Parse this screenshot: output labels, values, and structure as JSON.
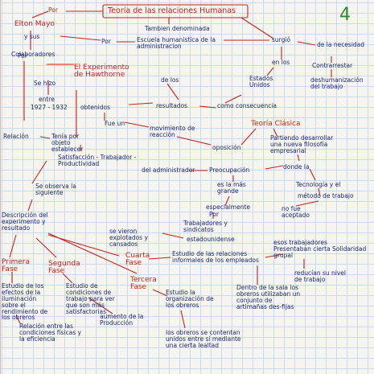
{
  "page": {
    "corner_number": "4"
  },
  "map": {
    "title": "Teoría de las relaciones Humanas",
    "por_top": "Por",
    "elton_mayo": "Elton Mayo",
    "y_sus": "y sus",
    "colaboradores": "Colaboradores",
    "tambien_denominada": "Tambien denominada",
    "por_mid": "Por",
    "escuela": "Escuela humanistica de la administracion",
    "surge": "surgió",
    "de_la_necesidad": "de la necesidad",
    "contrarrestar": "Contrarrestar",
    "en_los": "en los",
    "estados_unidos": "Estados Unidos",
    "deshumanizacion": "deshumanización del trabajo",
    "por_left": "Por",
    "experimento": "El Experimento de Hawthorne",
    "de_los": "de los",
    "se_hizo": "Se hizo",
    "entre": "entre",
    "years": "1927 - 1932",
    "obtenidos": "obtenidos",
    "resultados": "resultados",
    "como_consecuencia": "como consecuencia",
    "teoria_clasica": "Teoría Clásica",
    "fue_un": "Fue un",
    "movimiento": "movimiento de reacción",
    "oposicion": "oposición",
    "partiendo": "Partiendo desarrollar una nueva filosofía empresarial",
    "relacion": "Relación",
    "tenia_objeto": "Tenía por objeto establecer",
    "satisfaccion": "Satisfacción - Trabajador - Productividad",
    "del_administrador": "del administrador",
    "preocupacion": "Preocupación",
    "donde_la": "donde la",
    "tecnologia": "Tecnología y el",
    "metodo": "método de trabajo",
    "se_observa": "Se observa la siguiente",
    "es_la_mas": "es la más grande",
    "especialmente": "especialmente",
    "por_trab": "Por",
    "no_fue": "no fue aceptado",
    "descripcion": "Descripción del experimento y resultado",
    "trabajadores": "Trabajadores y sindicatos",
    "estadounidense": "estadounidense",
    "se_vieron": "se vieron explotados y cansados",
    "primera_fase": "Primera Fase",
    "segunda_fase": "Segunda Fase",
    "cuarta_fase": "Cuarta Fase",
    "tercera_fase": "Tercera Fase",
    "estudio_relaciones": "Estudio de las relaciones informales de los empleados",
    "trabajadores_grupo": "esos trabajadores Presentaban cierta Solidaridad grupal",
    "reducian": "reducían su nivel de trabajo",
    "estudio_efecto": "Estudio de los efectos de la iluminación sobre el rendimiento de los obreros",
    "estudio_condiciones": "Estudio de condiciones de trabajo para ver que son más satisfactorias",
    "estudio_organizacion": "Estudio la organización de los obreros",
    "dentro_sala": "Dentro de la sala los obreros utilizaban un conjunto de artimañas des-fijas",
    "relacion_entre": "Relación entre las condiciones físicas y la eficiencia",
    "aumento": "aumento de la Producción",
    "obreros_contentan": "los obreros se contentan unidos entre sí mediante una cierta lealtad"
  },
  "colors": {
    "ink_red": "#c2241c",
    "ink_blue": "#2a3a85",
    "grid": "#c9d9ee",
    "paper": "#f6f4ee",
    "number_green": "#2b8a2e"
  }
}
